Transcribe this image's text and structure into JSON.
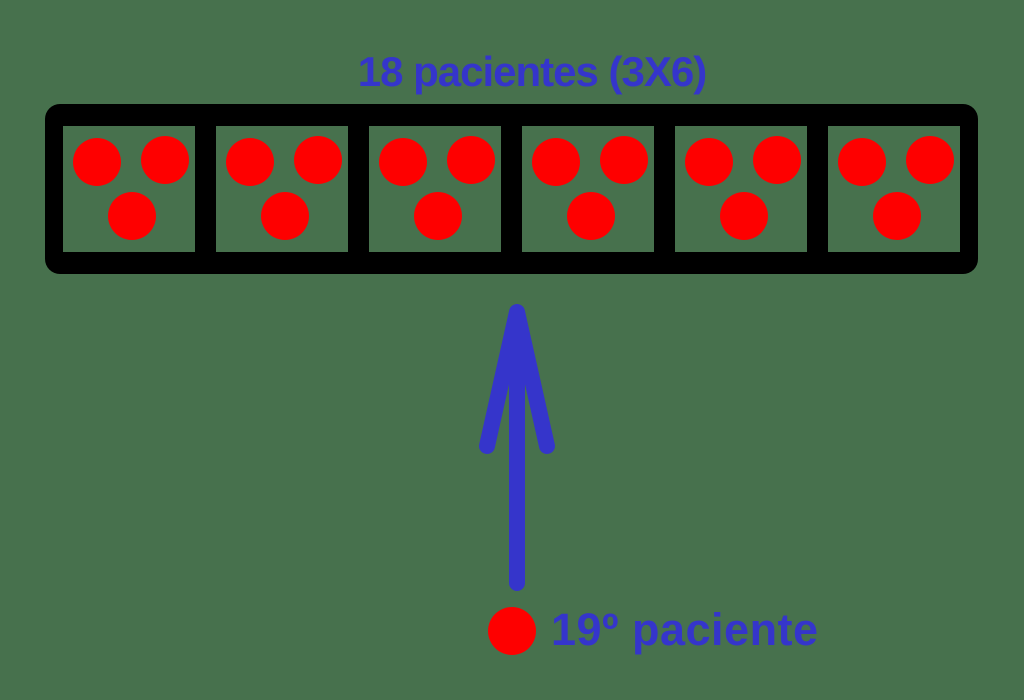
{
  "diagram": {
    "background_color": "#47714d",
    "title": {
      "text": "18 pacientes (3X6)",
      "color": "#3535cb"
    },
    "patients_box": {
      "border_color": "#000000",
      "cell_background": "#47714d",
      "dot_color": "#fe0000",
      "groups": [
        {
          "patients": 3
        },
        {
          "patients": 3
        },
        {
          "patients": 3
        },
        {
          "patients": 3
        },
        {
          "patients": 3
        },
        {
          "patients": 3
        }
      ]
    },
    "arrow": {
      "direction": "up",
      "color": "#3535cb"
    },
    "extra_patient": {
      "label": "19º paciente",
      "dot_color": "#fe0000",
      "text_color": "#3535cb"
    }
  }
}
